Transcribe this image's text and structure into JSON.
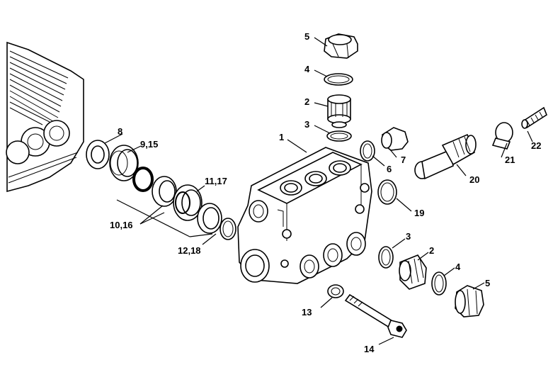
{
  "diagram": {
    "callouts": {
      "c1": "1",
      "c2_top": "2",
      "c2_right": "2",
      "c3_top": "3",
      "c3_right": "3",
      "c4_top": "4",
      "c4_right": "4",
      "c5_top": "5",
      "c5_right": "5",
      "c6": "6",
      "c7": "7",
      "c8": "8",
      "c9_15": "9,15",
      "c10_16": "10,16",
      "c11_17": "11,17",
      "c12_18": "12,18",
      "c13": "13",
      "c14": "14",
      "c19": "19",
      "c20": "20",
      "c21": "21",
      "c22": "22"
    }
  }
}
